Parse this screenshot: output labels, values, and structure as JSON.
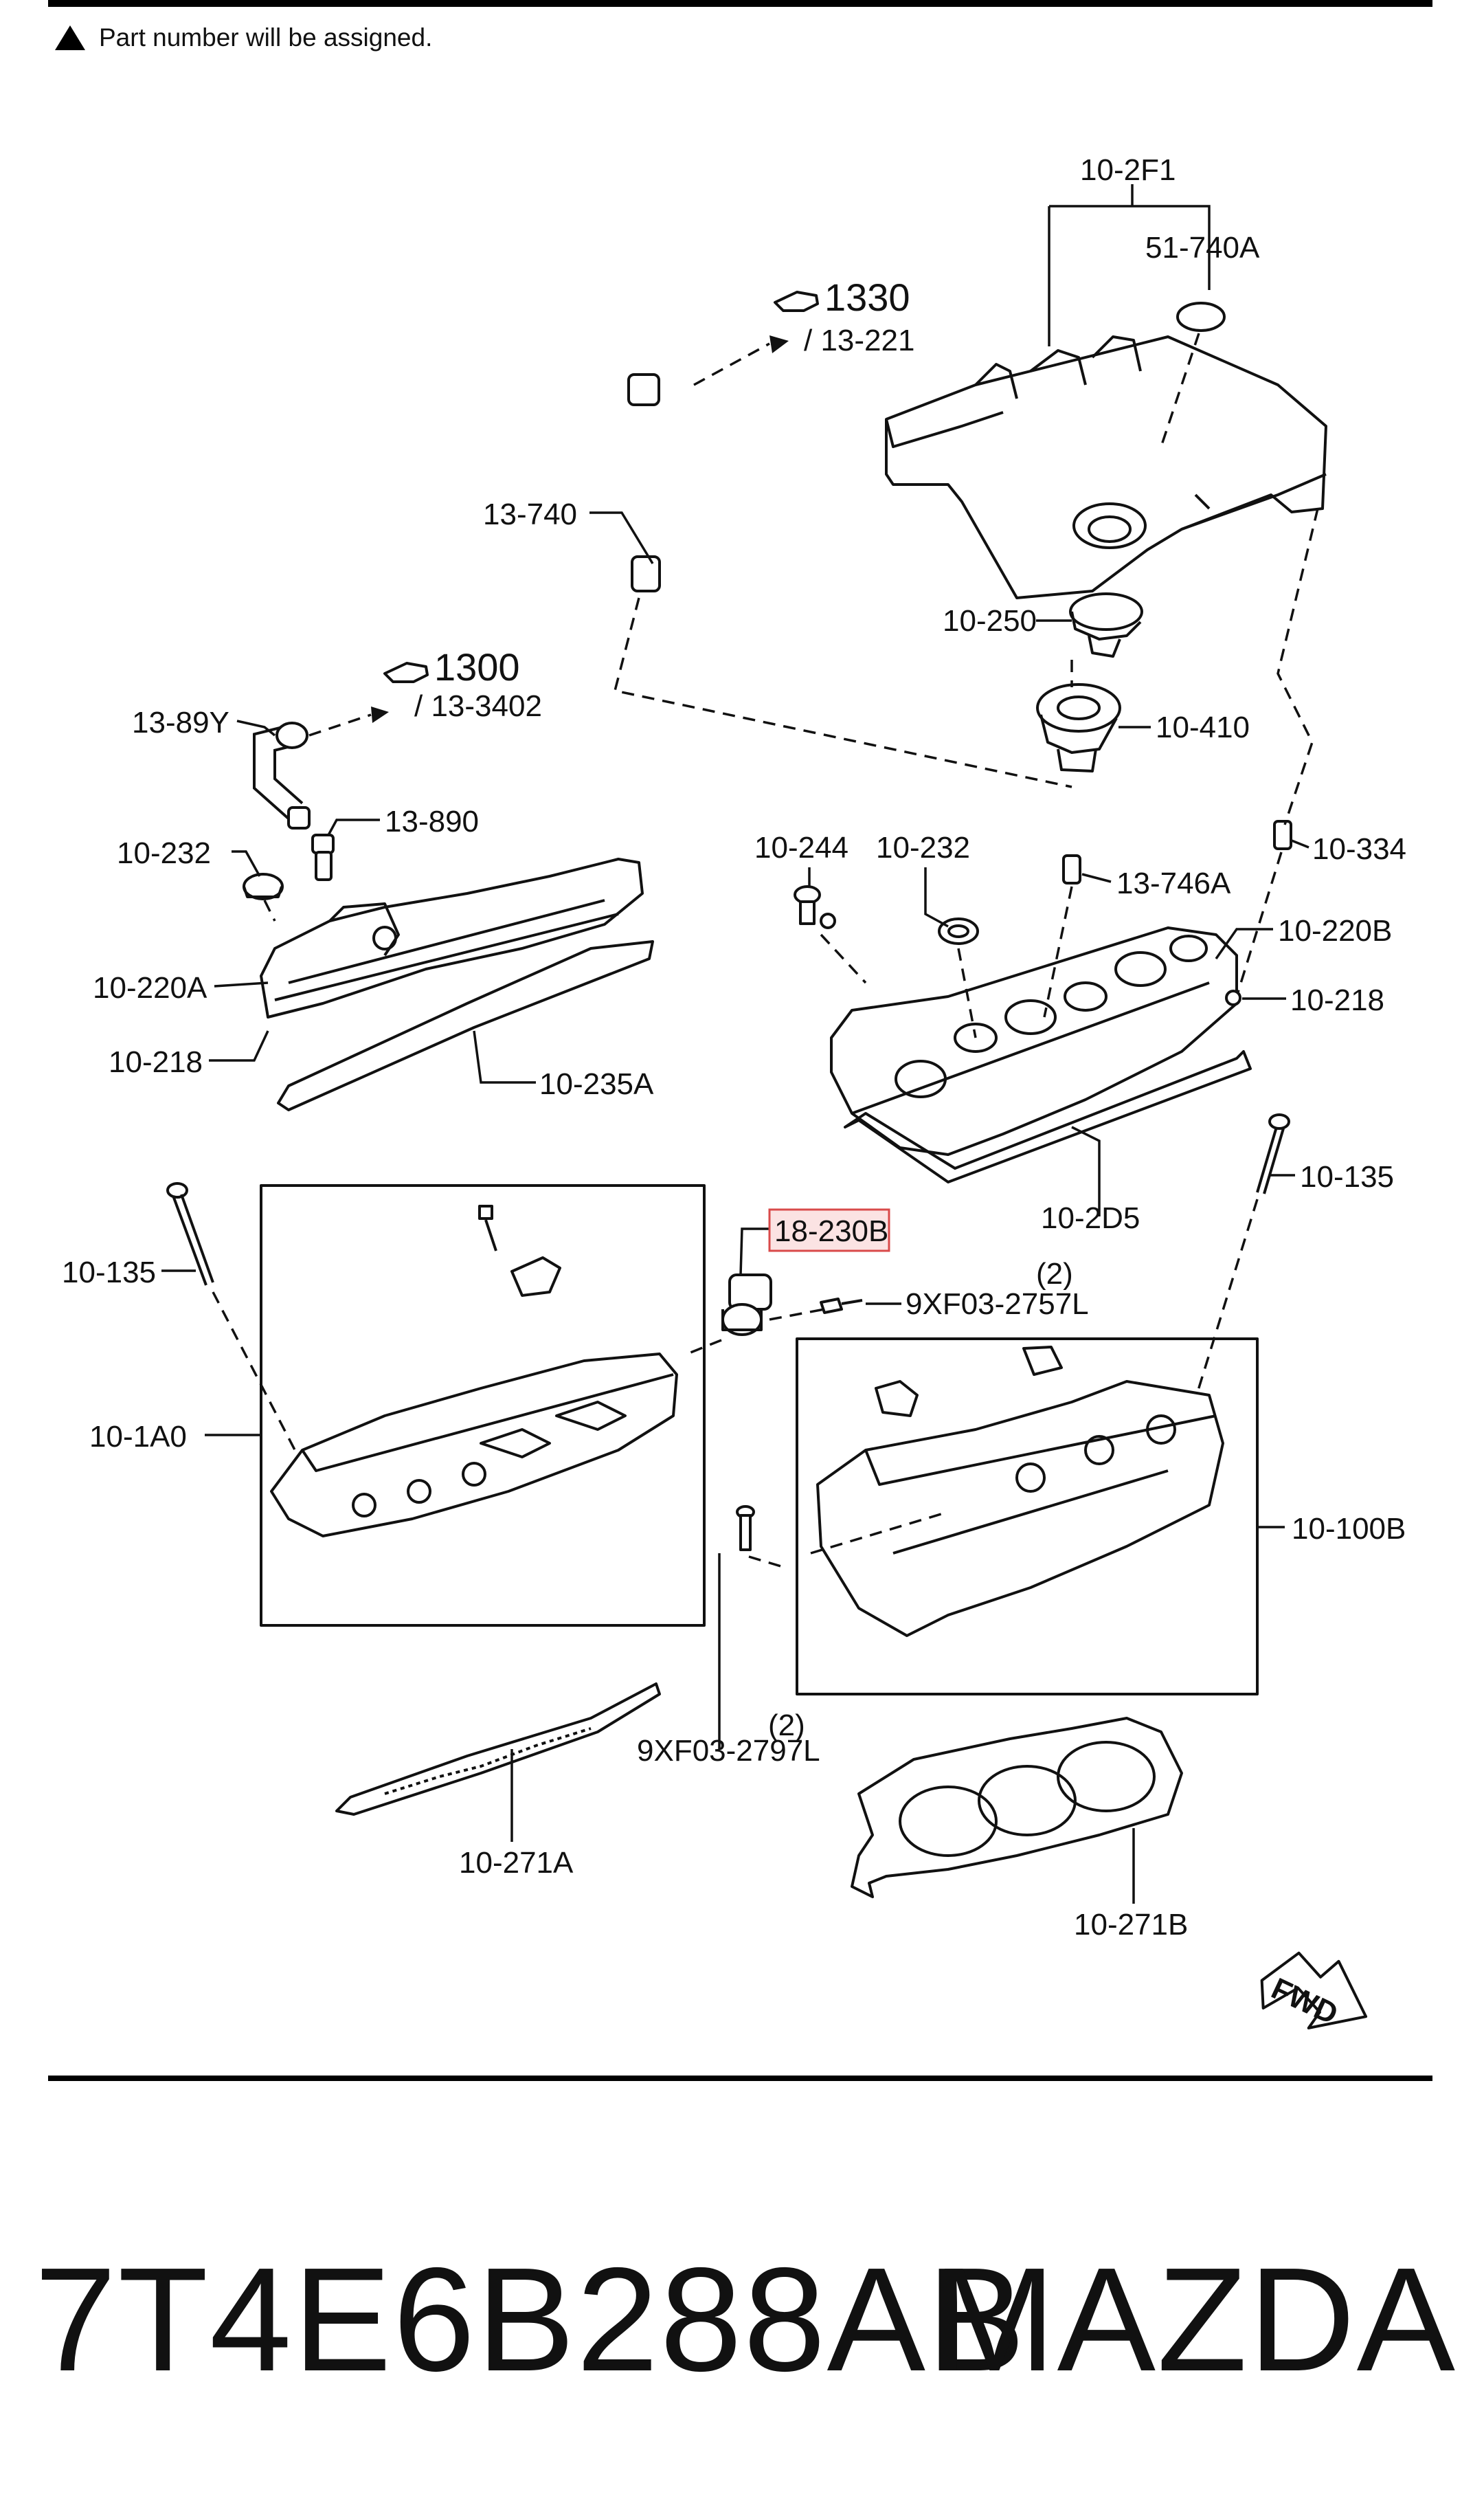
{
  "header": {
    "note": "Part number will be assigned."
  },
  "references": {
    "ref_1330": "1330",
    "ref_13_221": "/ 13-221",
    "ref_1300": "1300",
    "ref_13_3402": "/ 13-3402"
  },
  "callouts": {
    "c_10_2F1": "10-2F1",
    "c_51_740A": "51-740A",
    "c_13_740": "13-740",
    "c_10_250": "10-250",
    "c_10_410": "10-410",
    "c_13_89Y": "13-89Y",
    "c_13_890": "13-890",
    "c_10_232_left": "10-232",
    "c_10_220A": "10-220A",
    "c_10_218_left": "10-218",
    "c_10_235A": "10-235A",
    "c_10_244": "10-244",
    "c_10_232_right": "10-232",
    "c_10_334": "10-334",
    "c_13_746A": "13-746A",
    "c_10_220B": "10-220B",
    "c_10_218_right": "10-218",
    "c_10_2D5": "10-2D5",
    "c_10_135_right": "10-135",
    "c_10_135_left": "10-135",
    "c_18_230B": "18-230B",
    "c_9XF03_2757L": "9XF03-2757L",
    "c_qty_2757": "(2)",
    "c_10_1A0": "10-1A0",
    "c_10_100B": "10-100B",
    "c_9XF03_2797L": "9XF03-2797L",
    "c_qty_2797": "(2)",
    "c_10_271A": "10-271A",
    "c_10_271B": "10-271B",
    "c_fwd": "FWD"
  },
  "footer": {
    "part_number": "7T4E6B288AB",
    "brand": "MAZDA"
  },
  "colors": {
    "highlight_box": "#d94a4a",
    "highlight_fill": "#fbe3e3",
    "line": "#111111"
  }
}
